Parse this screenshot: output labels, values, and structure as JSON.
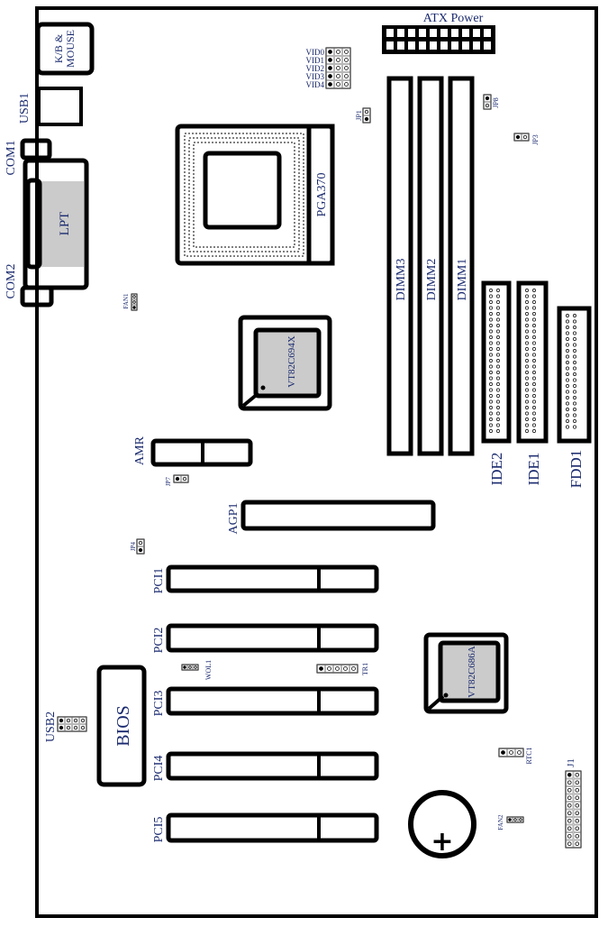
{
  "diagram": {
    "type": "motherboard-layout",
    "colors": {
      "outline": "#000000",
      "label": "#1a2a6e",
      "chip_fill": "#cbcbcb"
    },
    "labels": {
      "atx_power": "ATX Power",
      "kb_mouse_line1": "K/B &",
      "kb_mouse_line2": "MOUSE",
      "usb1": "USB1",
      "com1": "COM1",
      "lpt": "LPT",
      "com2": "COM2",
      "vid": [
        "VID0",
        "VID1",
        "VID2",
        "VID3",
        "VID4"
      ],
      "pga370": "PGA370",
      "jp1": "JP1",
      "jp8": "JP8",
      "jp3": "JP3",
      "dimm3": "DIMM3",
      "dimm2": "DIMM2",
      "dimm1": "DIMM1",
      "fan1": "FAN1",
      "northbridge": "VT82C694X",
      "ide2": "IDE2",
      "ide1": "IDE1",
      "fdd1": "FDD1",
      "amr": "AMR",
      "jp7": "JP7",
      "agp1": "AGP1",
      "jp4": "JP4",
      "pci": [
        "PCI1",
        "PCI2",
        "PCI3",
        "PCI4",
        "PCI5"
      ],
      "bios": "BIOS",
      "usb2": "USB2",
      "wol1": "WOL1",
      "tr1": "TR1",
      "southbridge": "VT82C686A",
      "rtc1": "RTC1",
      "fan2": "FAN2",
      "j1": "J1",
      "battery_symbol": "+"
    }
  }
}
